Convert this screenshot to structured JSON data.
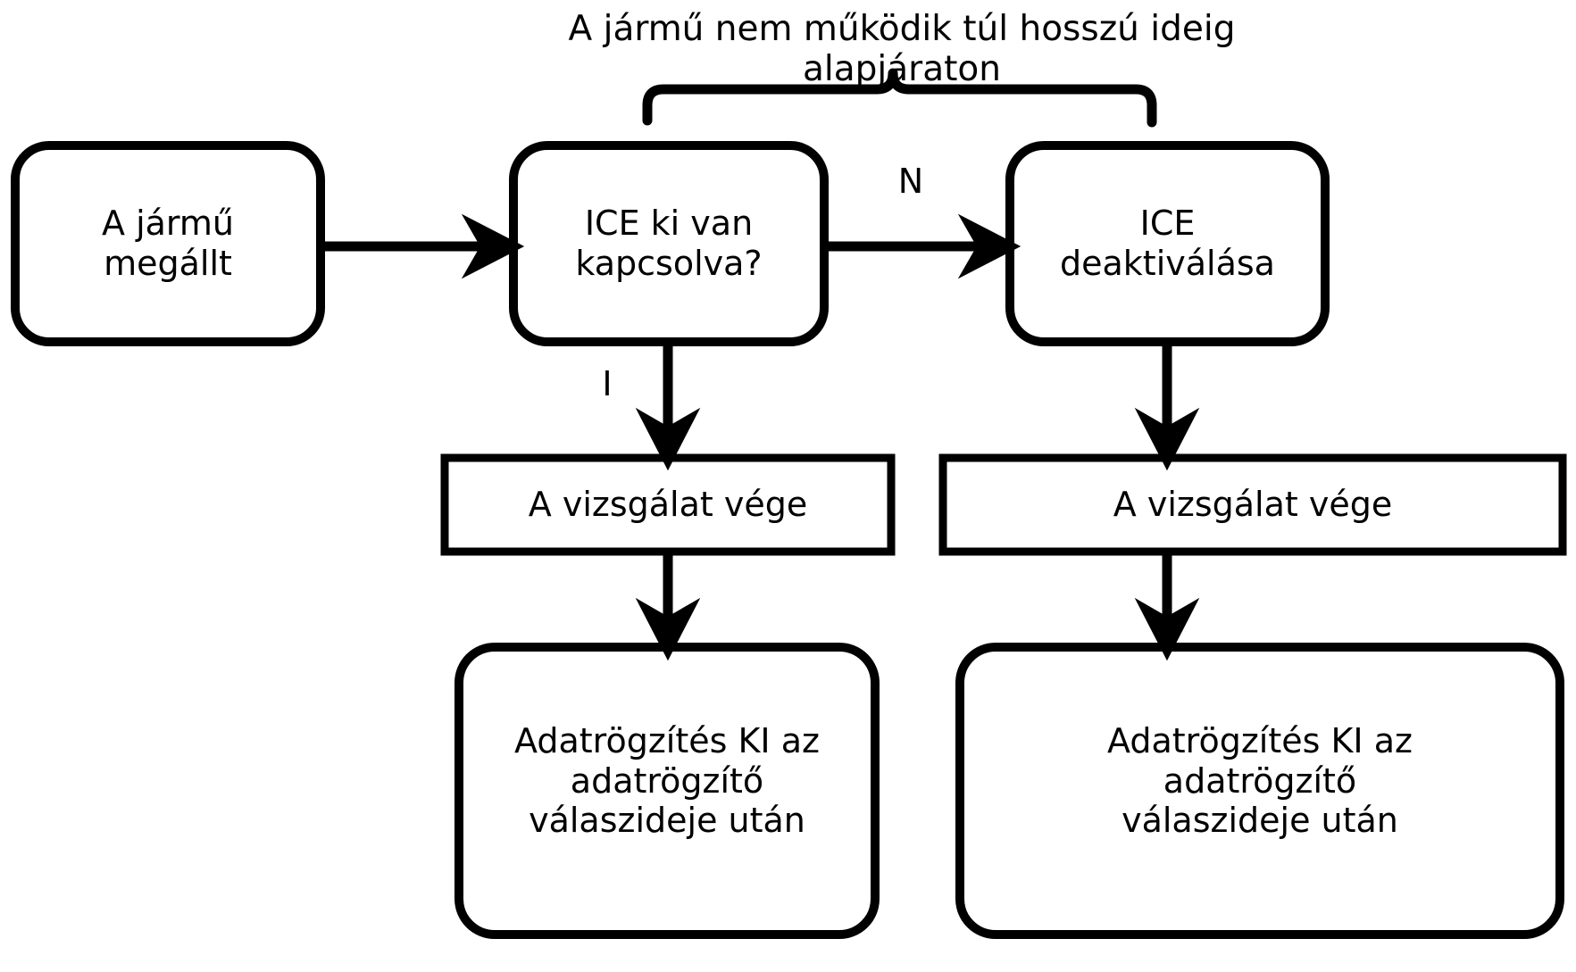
{
  "diagram": {
    "title_caption": "A jármű nem működik túl hosszú ideig alapjáraton",
    "nodes": {
      "vehicle_stopped": "A jármű\nmegállt",
      "ice_off_question": "ICE ki van\nkapcsolva?",
      "ice_deactivate": "ICE\ndeaktiválása",
      "test_end_left": "A vizsgálat vége",
      "test_end_right": "A vizsgálat vége",
      "data_logging_left": "Adatrögzítés KI az\nadatrögzítő\nválaszideje után",
      "data_logging_right": "Adatrögzítés KI az\nadatrögzítő\nválaszideje után"
    },
    "branch_labels": {
      "no": "N",
      "yes": "I"
    },
    "colors": {
      "stroke": "#000000",
      "fill": "#ffffff",
      "text": "#000000"
    }
  }
}
